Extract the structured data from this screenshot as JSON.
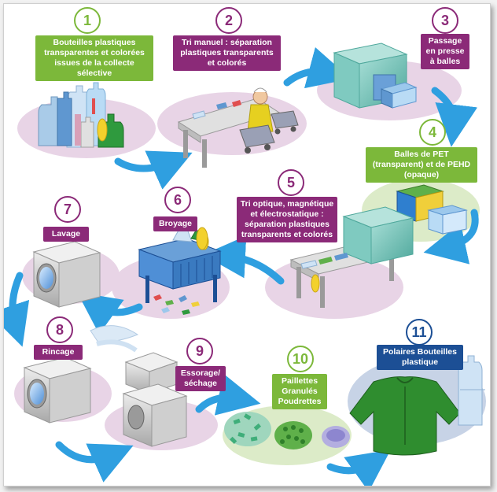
{
  "steps": [
    {
      "number": "1",
      "label": "Bouteilles plastiques transparentes et colorées issues de la collecte sélective"
    },
    {
      "number": "2",
      "label": "Tri manuel : séparation plastiques transparents et colorés"
    },
    {
      "number": "3",
      "label": "Passage en presse à balles"
    },
    {
      "number": "4",
      "label": "Balles de PET (transparent) et de PEHD (opaque)"
    },
    {
      "number": "5",
      "label": "Tri optique, magnétique et électrostatique : séparation plastiques transparents et colorés"
    },
    {
      "number": "6",
      "label": "Broyage"
    },
    {
      "number": "7",
      "label": "Lavage"
    },
    {
      "number": "8",
      "label": "Rincage"
    },
    {
      "number": "9",
      "label": "Essorage/ séchage"
    },
    {
      "number": "10",
      "label": "Paillettes Granulés Poudrettes"
    },
    {
      "number": "11",
      "label": "Polaires Bouteilles plastique"
    }
  ],
  "colors": {
    "green": "#7cb83a",
    "purple": "#8b2a78",
    "blue": "#1c4f95",
    "arrow": "#2f9fe0",
    "lavender": "#e8d4e6",
    "lightgreen": "#dcebc8",
    "machine": "#7fcac0",
    "fleece": "#2f8d2f"
  }
}
